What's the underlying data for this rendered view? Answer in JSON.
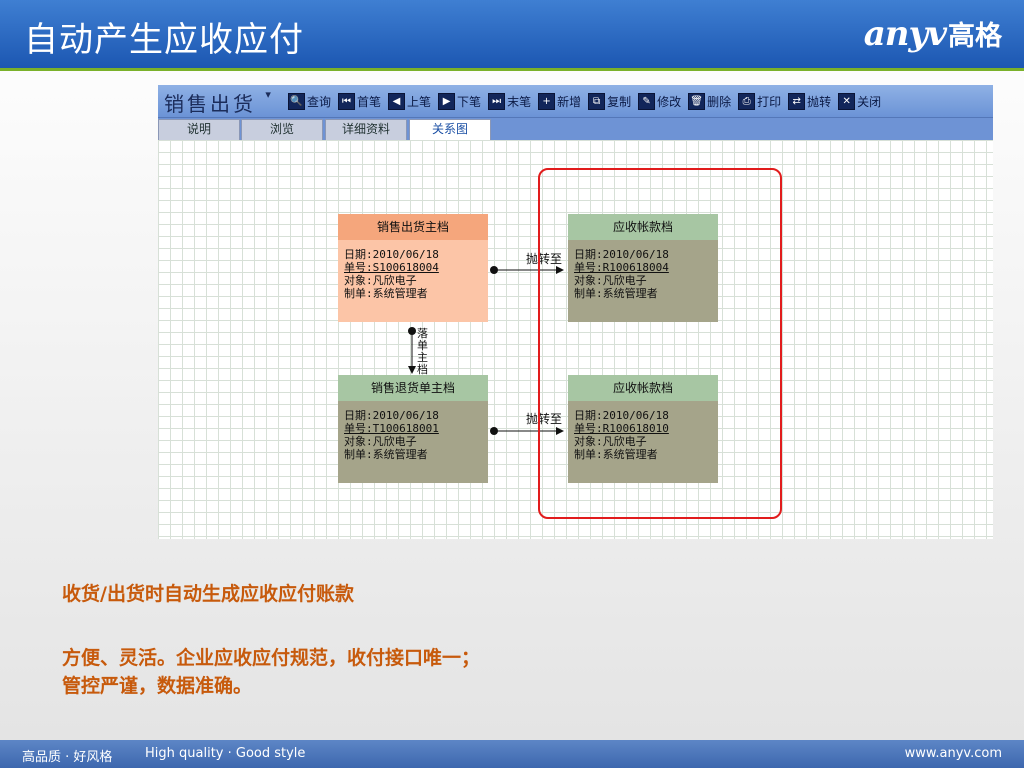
{
  "slide": {
    "title": "自动产生应收应付",
    "brand_latin": "anyv",
    "brand_cn": "高格"
  },
  "app": {
    "module_label": "销售出货",
    "module_dropdown_glyph": "▾",
    "toolbar": [
      {
        "label": "查询",
        "icon": "search-icon",
        "glyph": "🔍"
      },
      {
        "label": "首笔",
        "icon": "first-record-icon",
        "glyph": "⏮"
      },
      {
        "label": "上笔",
        "icon": "previous-record-icon",
        "glyph": "◀"
      },
      {
        "label": "下笔",
        "icon": "next-record-icon",
        "glyph": "▶"
      },
      {
        "label": "末笔",
        "icon": "last-record-icon",
        "glyph": "⏭"
      },
      {
        "label": "新增",
        "icon": "new-document-icon",
        "glyph": "+"
      },
      {
        "label": "复制",
        "icon": "copy-icon",
        "glyph": "⧉"
      },
      {
        "label": "修改",
        "icon": "edit-icon",
        "glyph": "✎"
      },
      {
        "label": "删除",
        "icon": "trash-icon",
        "glyph": "🗑"
      },
      {
        "label": "打印",
        "icon": "printer-icon",
        "glyph": "⎙"
      },
      {
        "label": "抛转",
        "icon": "transfer-icon",
        "glyph": "⇄"
      },
      {
        "label": "关闭",
        "icon": "close-icon",
        "glyph": "✕"
      }
    ],
    "tabs": [
      {
        "label": "说明",
        "active": false
      },
      {
        "label": "浏览",
        "active": false
      },
      {
        "label": "详细资料",
        "active": false
      },
      {
        "label": "关系图",
        "active": true
      }
    ]
  },
  "diagram": {
    "nodes": {
      "sales_ship": {
        "title": "销售出货主档",
        "lines": [
          "日期:2010/06/18",
          "单号:S100618004",
          "对象:凡欣电子",
          "制单:系统管理者"
        ]
      },
      "ar_1": {
        "title": "应收帐款档",
        "lines": [
          "日期:2010/06/18",
          "单号:R100618004",
          "对象:凡欣电子",
          "制单:系统管理者"
        ]
      },
      "sales_return": {
        "title": "销售退货单主档",
        "lines": [
          "日期:2010/06/18",
          "单号:T100618001",
          "对象:凡欣电子",
          "制单:系统管理者"
        ]
      },
      "ar_2": {
        "title": "应收帐款档",
        "lines": [
          "日期:2010/06/18",
          "单号:R100618010",
          "对象:凡欣电子",
          "制单:系统管理者"
        ]
      }
    },
    "edge_transfer_label_1": "抛转至",
    "edge_transfer_label_2": "抛转至",
    "edge_vertical_label": "落单主档"
  },
  "captions": {
    "line1": "收货/出货时自动生成应收应付账款",
    "line2": "方便、灵活。企业应收应付规范，收付接口唯一；",
    "line3": "管控严谨，数据准确。"
  },
  "footer": {
    "left_cn": "高品质 · 好风格",
    "left_en": "High quality · Good style",
    "right": "www.anyv.com"
  },
  "colors": {
    "header_blue": "#1c57b2",
    "accent_green": "#7ab12a",
    "caption_orange": "#c75a0c",
    "highlight_red": "#e11c1c",
    "node_orange": "#fcc5a7",
    "node_olive": "#a5a48a"
  }
}
